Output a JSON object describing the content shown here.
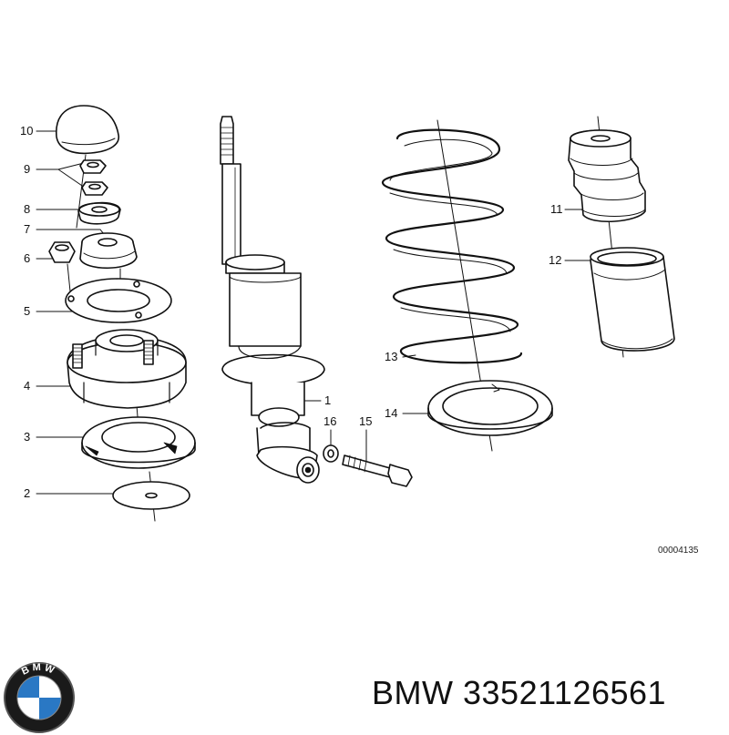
{
  "diagram": {
    "callouts": [
      "10",
      "9",
      "8",
      "7",
      "6",
      "5",
      "4",
      "3",
      "2",
      "1",
      "16",
      "15",
      "13",
      "14",
      "11",
      "12"
    ],
    "reference_number": "00004135"
  },
  "brand": {
    "name": "BMW",
    "part_number": "33521126561",
    "logo_text": "BMW"
  },
  "colors": {
    "line": "#111111",
    "background": "#ffffff",
    "logo_blue": "#2a78c4"
  }
}
